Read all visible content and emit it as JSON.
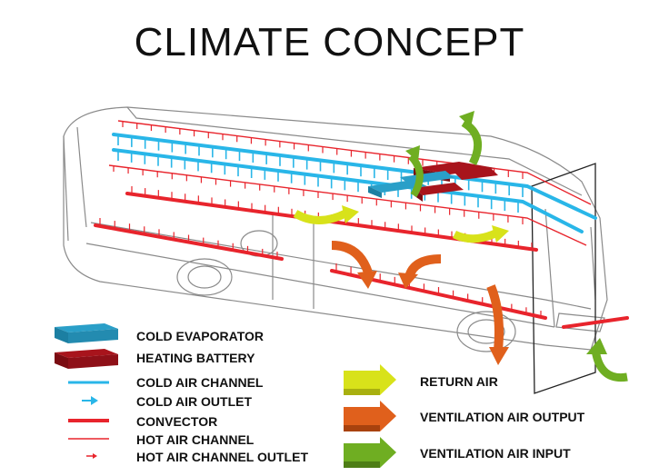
{
  "title": "CLIMATE CONCEPT",
  "legend_left": [
    {
      "key": "cold_evaporator",
      "label": "COLD EVAPORATOR",
      "color": "#2a9fc8"
    },
    {
      "key": "heating_battery",
      "label": "HEATING BATTERY",
      "color": "#a8141c"
    },
    {
      "key": "cold_air_channel",
      "label": "COLD AIR CHANNEL",
      "color": "#29b6e8"
    },
    {
      "key": "cold_air_outlet",
      "label": "COLD AIR OUTLET",
      "color": "#29b6e8"
    },
    {
      "key": "convector",
      "label": "CONVECTOR",
      "color": "#e8242c"
    },
    {
      "key": "hot_air_channel",
      "label": "HOT AIR CHANNEL",
      "color": "#e8242c"
    },
    {
      "key": "hot_air_channel_outlet",
      "label": "HOT AIR CHANNEL OUTLET",
      "color": "#e8242c"
    }
  ],
  "legend_right": [
    {
      "key": "return_air",
      "label": "RETURN AIR",
      "color": "#d8e21a"
    },
    {
      "key": "ventilation_air_output",
      "label": "VENTILATION  AIR OUTPUT",
      "color": "#e0601c"
    },
    {
      "key": "ventilation_air_input",
      "label": "VENTILATION  AIR INPUT",
      "color": "#6fae22"
    }
  ]
}
